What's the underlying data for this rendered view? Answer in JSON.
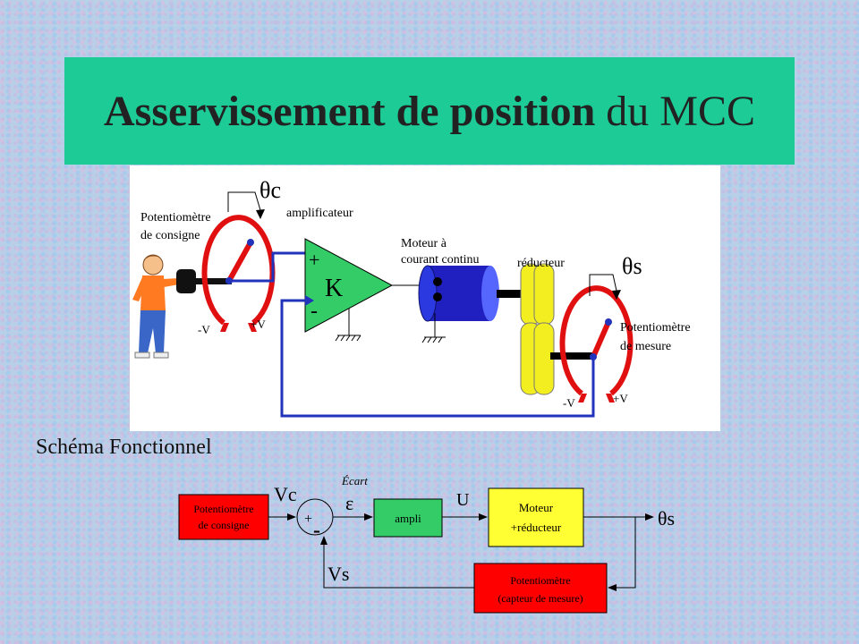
{
  "title": {
    "bold": "Asservissement de position",
    "normal": " du MCC"
  },
  "schematic": {
    "theta_c": "θc",
    "pot_consigne": [
      "Potentiomètre",
      "de consigne"
    ],
    "amplificateur": "amplificateur",
    "amp_plus": "+",
    "amp_gain": "K",
    "amp_minus": "-",
    "moteur": [
      "Moteur à",
      "courant continu"
    ],
    "reducteur": "réducteur",
    "theta_s": "θs",
    "pot_mesure": [
      "Potentiomètre",
      "de mesure"
    ],
    "minus_v_left": "-V",
    "plus_v_left": "+V",
    "minus_v_right": "-V",
    "plus_v_right": "+V",
    "colors": {
      "feedback": "#2233bb",
      "pot": "#e01010",
      "motor": "#2020c0",
      "gear": "#f2ee20"
    }
  },
  "functional": {
    "section_label": "Schéma Fonctionnel",
    "pot_consigne": [
      "Potentiomètre",
      "de consigne"
    ],
    "vc": "Vc",
    "plus": "+",
    "minus": "-",
    "ecart": "Écart",
    "epsilon": "ε",
    "ampli": "ampli",
    "u": "U",
    "moteur": [
      "Moteur",
      "+réducteur"
    ],
    "theta_s": "θs",
    "vs": "Vs",
    "capteur": [
      "Potentiomètre",
      "(capteur de mesure)"
    ],
    "colors": {
      "red": "#ff0000",
      "green": "#33cc66",
      "yellow": "#ffff33"
    }
  }
}
